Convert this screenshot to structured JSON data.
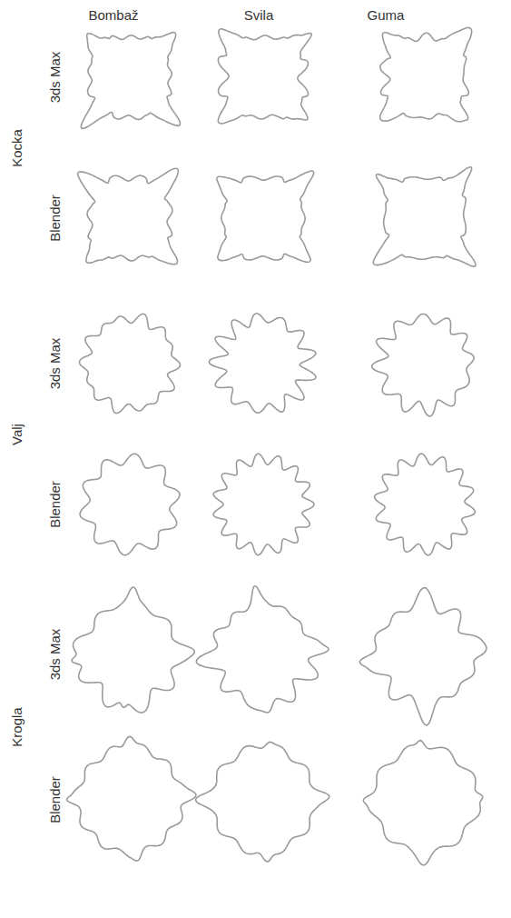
{
  "diagram": {
    "labels": [
      "Bombaž",
      "Svila",
      "Guma",
      "Kocka",
      "3ds Max",
      "Blender",
      "Valj",
      "3ds Max",
      "Blender",
      "Krogla",
      "3ds Max",
      "Blender"
    ]
  }
}
